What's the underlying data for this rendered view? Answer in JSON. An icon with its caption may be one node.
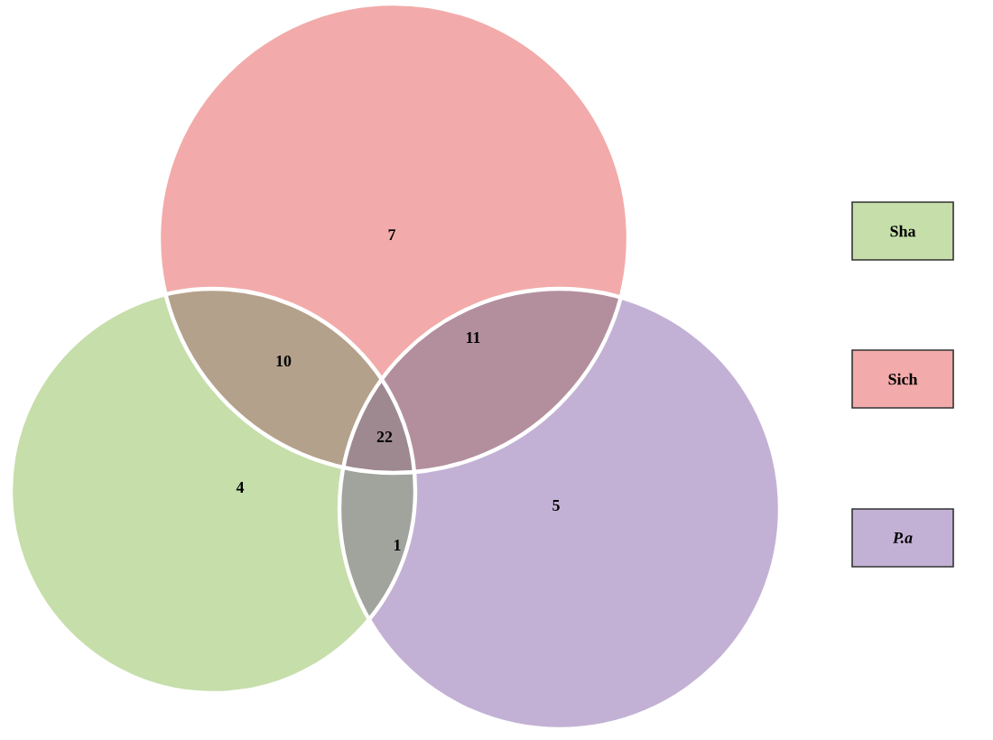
{
  "diagram": {
    "labels": [
      "7",
      "10",
      "11",
      "22",
      "4",
      "1",
      "5"
    ],
    "legend": [
      {
        "text": "Sha",
        "color": "#c6deaa"
      },
      {
        "text": "Sich",
        "color": "#f2abaa"
      },
      {
        "text": "P.a",
        "color": "#c3b1d5"
      }
    ]
  }
}
